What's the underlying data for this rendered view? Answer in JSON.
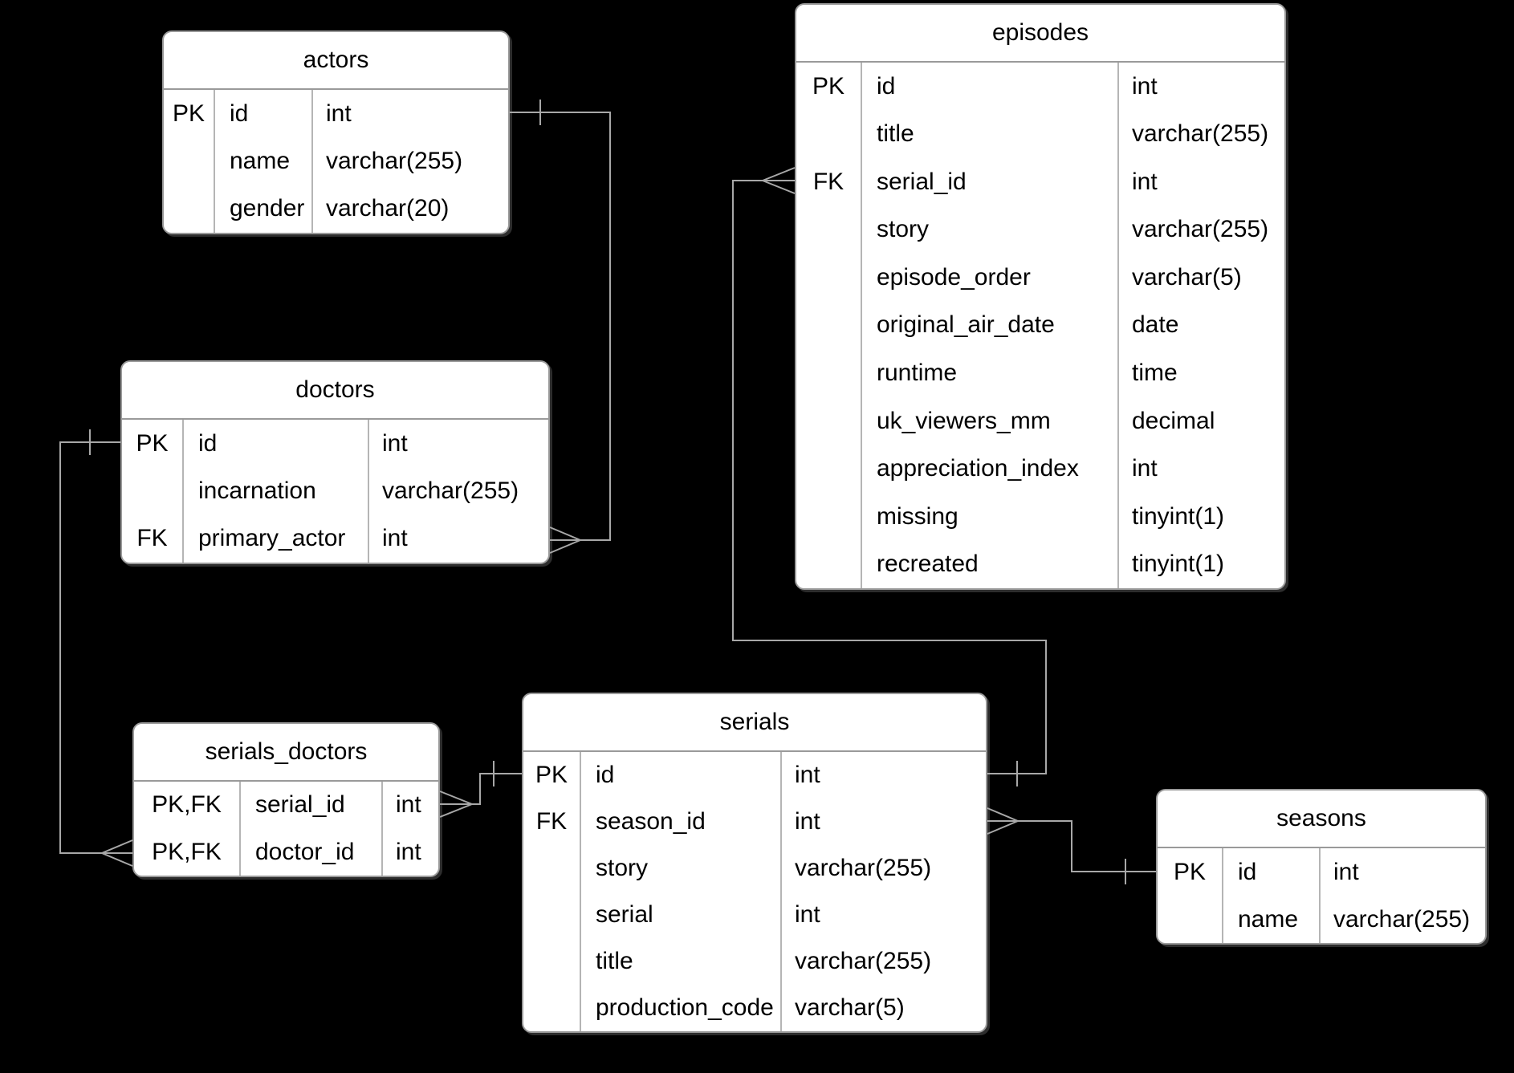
{
  "diagram": {
    "background_color": "#000000",
    "table_fill_color": "#ffffff",
    "table_border_color": "#9a9a9a",
    "connector_color": "#a8a8a8",
    "text_color": "#000000",
    "entities": [
      {
        "id": "actors",
        "title": "actors",
        "rows": [
          {
            "key": "PK",
            "field": "id",
            "type": "int"
          },
          {
            "key": "",
            "field": "name",
            "type": "varchar(255)"
          },
          {
            "key": "",
            "field": "gender",
            "type": "varchar(20)"
          }
        ]
      },
      {
        "id": "doctors",
        "title": "doctors",
        "rows": [
          {
            "key": "PK",
            "field": "id",
            "type": "int"
          },
          {
            "key": "",
            "field": "incarnation",
            "type": "varchar(255)"
          },
          {
            "key": "FK",
            "field": "primary_actor",
            "type": "int"
          }
        ]
      },
      {
        "id": "episodes",
        "title": "episodes",
        "rows": [
          {
            "key": "PK",
            "field": "id",
            "type": "int"
          },
          {
            "key": "",
            "field": "title",
            "type": "varchar(255)"
          },
          {
            "key": "FK",
            "field": "serial_id",
            "type": "int"
          },
          {
            "key": "",
            "field": "story",
            "type": "varchar(255)"
          },
          {
            "key": "",
            "field": "episode_order",
            "type": "varchar(5)"
          },
          {
            "key": "",
            "field": "original_air_date",
            "type": "date"
          },
          {
            "key": "",
            "field": "runtime",
            "type": "time"
          },
          {
            "key": "",
            "field": "uk_viewers_mm",
            "type": "decimal"
          },
          {
            "key": "",
            "field": "appreciation_index",
            "type": "int"
          },
          {
            "key": "",
            "field": "missing",
            "type": "tinyint(1)"
          },
          {
            "key": "",
            "field": "recreated",
            "type": "tinyint(1)"
          }
        ]
      },
      {
        "id": "serials_doctors",
        "title": "serials_doctors",
        "rows": [
          {
            "key": "PK,FK",
            "field": "serial_id",
            "type": "int"
          },
          {
            "key": "PK,FK",
            "field": "doctor_id",
            "type": "int"
          }
        ]
      },
      {
        "id": "serials",
        "title": "serials",
        "rows": [
          {
            "key": "PK",
            "field": "id",
            "type": "int"
          },
          {
            "key": "FK",
            "field": "season_id",
            "type": "int"
          },
          {
            "key": "",
            "field": "story",
            "type": "varchar(255)"
          },
          {
            "key": "",
            "field": "serial",
            "type": "int"
          },
          {
            "key": "",
            "field": "title",
            "type": "varchar(255)"
          },
          {
            "key": "",
            "field": "production_code",
            "type": "varchar(5)"
          }
        ]
      },
      {
        "id": "seasons",
        "title": "seasons",
        "rows": [
          {
            "key": "PK",
            "field": "id",
            "type": "int"
          },
          {
            "key": "",
            "field": "name",
            "type": "varchar(255)"
          }
        ]
      }
    ],
    "relationships": [
      {
        "one": "actors.id",
        "many": "doctors.primary_actor"
      },
      {
        "one": "doctors.id",
        "many": "serials_doctors.doctor_id"
      },
      {
        "one": "serials.id",
        "many": "serials_doctors.serial_id"
      },
      {
        "one": "serials.id",
        "many": "episodes.serial_id"
      },
      {
        "one": "seasons.id",
        "many": "serials.season_id"
      }
    ]
  }
}
